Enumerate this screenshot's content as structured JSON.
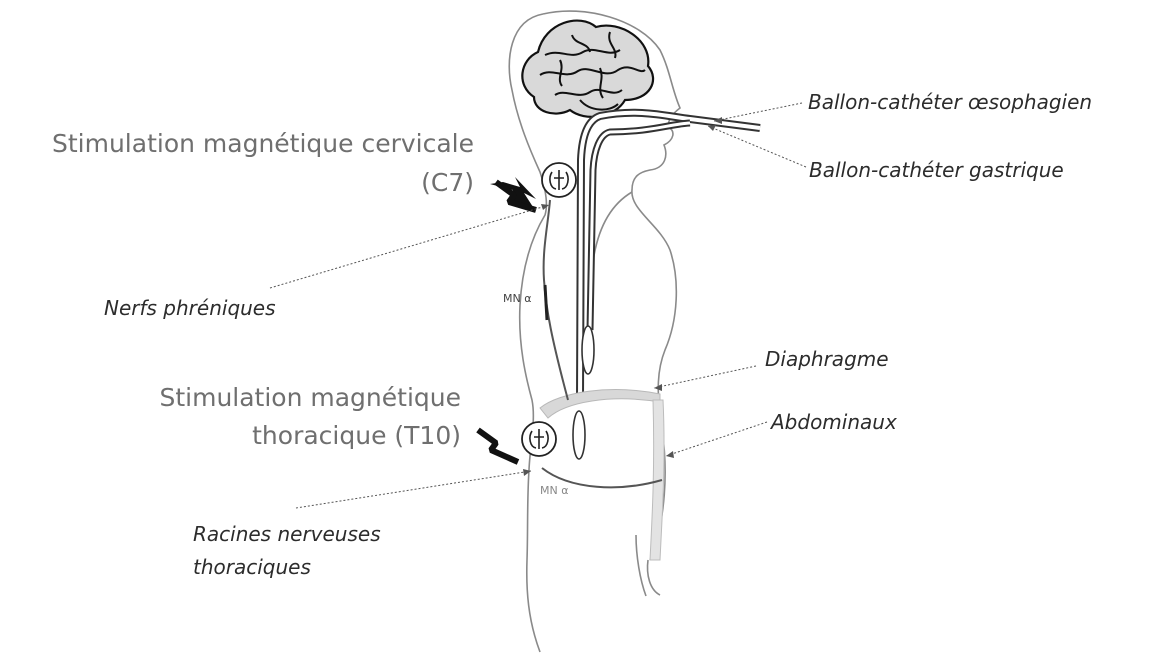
{
  "labels": {
    "cervical_stimulation": "Stimulation magnétique cervicale",
    "cervical_level": "(C7)",
    "thoracic_stimulation_line1": "Stimulation magnétique",
    "thoracic_stimulation_line2": "thoracique (T10)",
    "phrenic_nerves": "Nerfs phréniques",
    "thoracic_roots_line1": "Racines nerveuses",
    "thoracic_roots_line2": "thoraciques",
    "esophageal_catheter": "Ballon-cathéter œsophagien",
    "gastric_catheter": "Ballon-cathéter gastrique",
    "diaphragm": "Diaphragme",
    "abdominals": "Abdominaux",
    "motoneuron_upper": "MN α",
    "motoneuron_lower": "MN α"
  },
  "icons": {
    "brain": "brain-icon",
    "lightning": "lightning-bolt-icon",
    "spinal_segment": "spinal-cord-section-icon"
  }
}
